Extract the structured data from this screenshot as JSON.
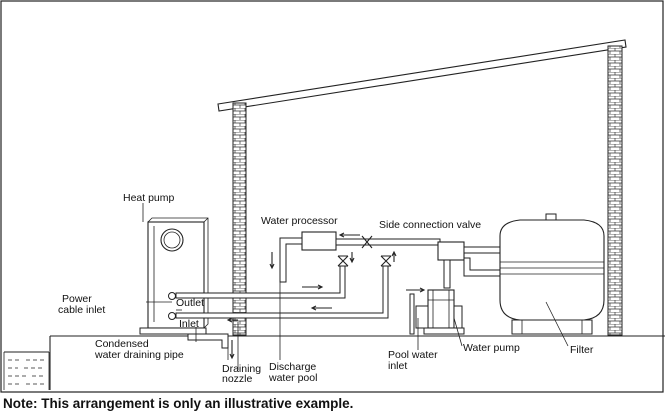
{
  "labels": {
    "heat_pump": "Heat pump",
    "water_processor": "Water processor",
    "side_connection_valve": "Side connection valve",
    "power_cable_inlet_1": "Power",
    "power_cable_inlet_2": "cable inlet",
    "outlet": "Outlet",
    "inlet": "Inlet",
    "condensed_pipe_1": "Condensed",
    "condensed_pipe_2": "water draining pipe",
    "draining_nozzle_1": "Draining",
    "draining_nozzle_2": "nozzle",
    "discharge_pool_1": "Discharge",
    "discharge_pool_2": "water pool",
    "pool_water_inlet_1": "Pool water",
    "pool_water_inlet_2": "inlet",
    "water_pump": "Water pump",
    "filter": "Filter"
  },
  "note": "Note: This arrangement is only an illustrative example."
}
